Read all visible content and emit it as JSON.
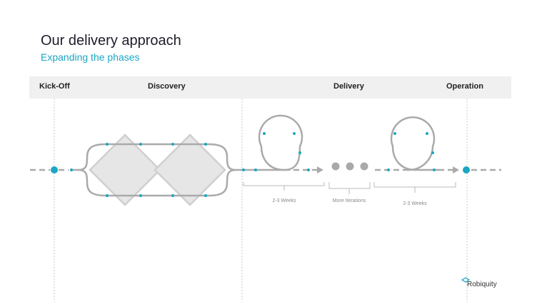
{
  "header": {
    "title": "Our delivery approach",
    "subtitle": "Expanding the phases"
  },
  "phases": [
    {
      "label": "Kick-Off"
    },
    {
      "label": "Discovery"
    },
    {
      "label": "Delivery"
    },
    {
      "label": "Operation"
    }
  ],
  "brackets": {
    "sprint_1": "2-3 Weeks",
    "iterations": "More Iterations",
    "sprint_2": "2-3 Weeks"
  },
  "brand": {
    "logo_text": "Robiquity",
    "accent_color": "#1aa6c4",
    "line_color": "#b3b3b3"
  }
}
